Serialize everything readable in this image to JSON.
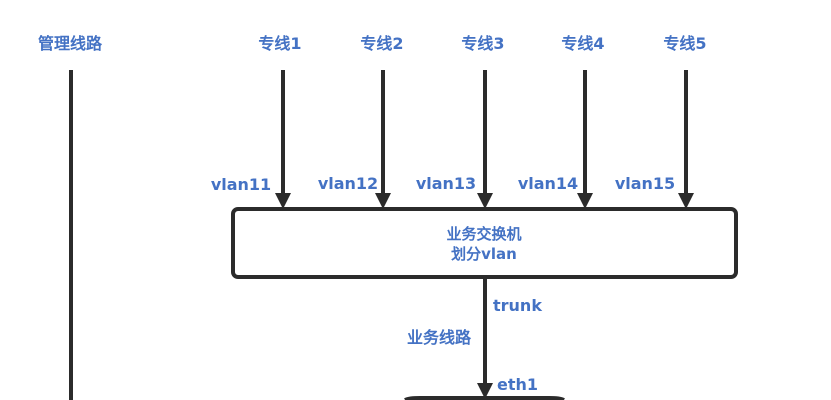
{
  "management_line": {
    "label": "管理线路"
  },
  "dedicated_lines": [
    {
      "label": "专线1",
      "vlan": "vlan11"
    },
    {
      "label": "专线2",
      "vlan": "vlan12"
    },
    {
      "label": "专线3",
      "vlan": "vlan13"
    },
    {
      "label": "专线4",
      "vlan": "vlan14"
    },
    {
      "label": "专线5",
      "vlan": "vlan15"
    }
  ],
  "switch": {
    "title": "业务交换机",
    "subtitle": "划分vlan"
  },
  "uplink": {
    "type_label": "trunk",
    "name_label": "业务线路",
    "port_label": "eth1"
  },
  "colors": {
    "label_text": "#4472c4",
    "line": "#2b2b2b"
  }
}
